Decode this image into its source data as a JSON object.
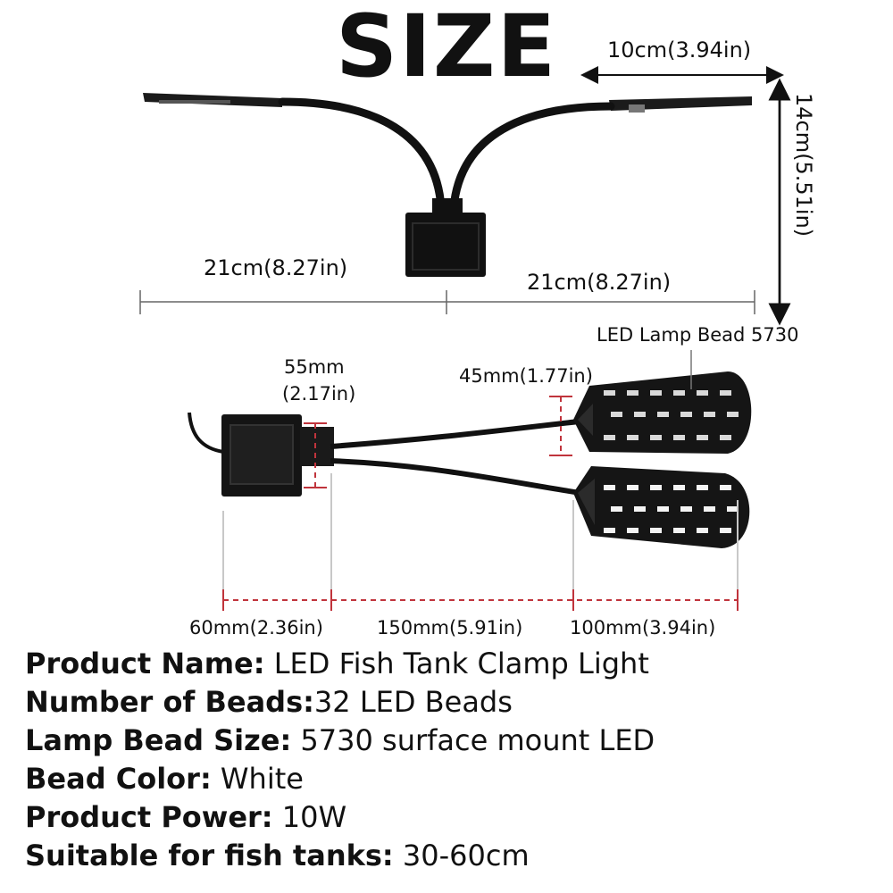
{
  "title": "SIZE",
  "top_view": {
    "head_width": "10cm(3.94in)",
    "height": "14cm(5.51in)",
    "left_span": "21cm(8.27in)",
    "right_span": "21cm(8.27in)"
  },
  "front_view": {
    "bead_label": "LED Lamp Bead 5730",
    "clamp_height_line1": "55mm",
    "clamp_height_line2": "(2.17in)",
    "head_height": "45mm(1.77in)",
    "clamp_width": "60mm(2.36in)",
    "neck_length": "150mm(5.91in)",
    "head_length": "100mm(3.94in)"
  },
  "specs": [
    {
      "key": "Product Name:",
      "value": " LED Fish Tank Clamp Light"
    },
    {
      "key": "Number of Beads:",
      "value": "32 LED Beads"
    },
    {
      "key": "Lamp Bead Size:",
      "value": " 5730 surface mount LED"
    },
    {
      "key": "Bead Color:",
      "value": " White"
    },
    {
      "key": "Product Power:",
      "value": " 10W"
    },
    {
      "key": "Suitable for fish tanks:",
      "value": " 30-60cm"
    }
  ],
  "colors": {
    "dimension_dash": "#c0343c",
    "dimension_line": "#666666",
    "lamp_body": "#111111"
  }
}
